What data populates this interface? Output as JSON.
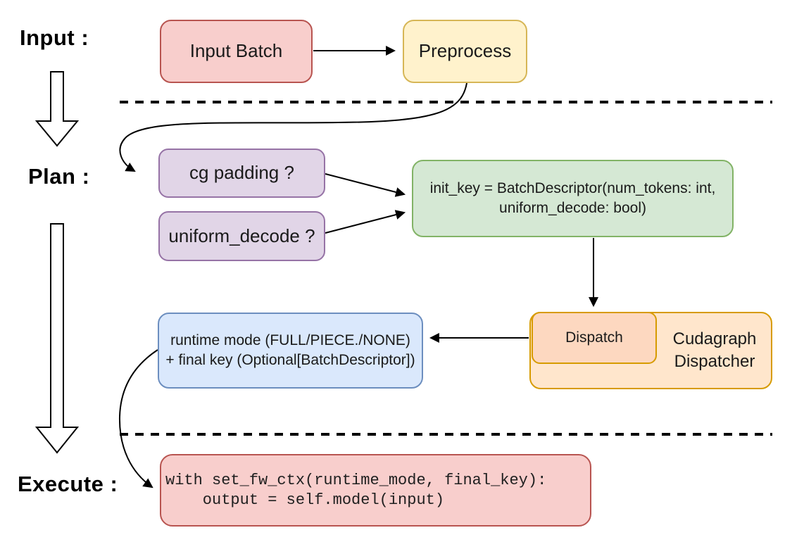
{
  "stage_labels": {
    "input": "Input :",
    "plan": "Plan :",
    "execute": "Execute :"
  },
  "nodes": {
    "input_batch": {
      "label": "Input Batch",
      "fill": "#f8cecc",
      "stroke": "#b85450"
    },
    "preprocess": {
      "label": "Preprocess",
      "fill": "#fff2cc",
      "stroke": "#d6b656"
    },
    "cg_padding": {
      "label": "cg padding ?",
      "fill": "#e1d5e7",
      "stroke": "#9673a6"
    },
    "uniform_decode": {
      "label": "uniform_decode ?",
      "fill": "#e1d5e7",
      "stroke": "#9673a6"
    },
    "init_key": {
      "line1": "init_key = BatchDescriptor(num_tokens: int,",
      "line2": "uniform_decode: bool)",
      "fill": "#d5e8d4",
      "stroke": "#82b366"
    },
    "dispatch": {
      "label": "Dispatch",
      "fill": "#fdd8c0",
      "stroke": "#d79b00"
    },
    "cudagraph_dispatcher": {
      "line1": "Cudagraph",
      "line2": "Dispatcher",
      "fill": "#ffe6cc",
      "stroke": "#d79b00"
    },
    "runtime_result": {
      "line1": "runtime mode (FULL/PIECE./NONE)",
      "line2": "+ final key (Optional[BatchDescriptor])",
      "fill": "#dae8fc",
      "stroke": "#6c8ebf"
    },
    "execute_code": {
      "line1": "with set_fw_ctx(runtime_mode, final_key):",
      "line2": "    output = self.model(input)",
      "fill": "#f8cecc",
      "stroke": "#b85450"
    }
  }
}
